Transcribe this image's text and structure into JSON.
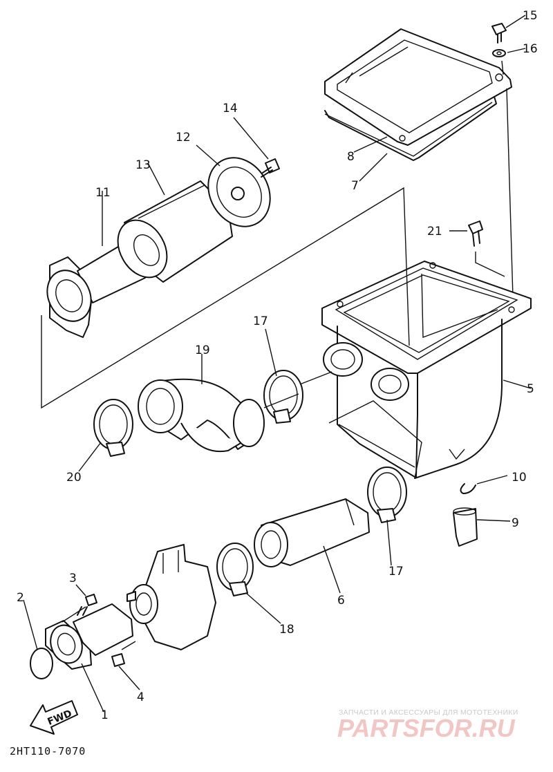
{
  "diagram": {
    "part_numbers": {
      "p1": "1",
      "p2": "2",
      "p3": "3",
      "p4": "4",
      "p5": "5",
      "p6": "6",
      "p7": "7",
      "p8": "8",
      "p9": "9",
      "p10": "10",
      "p11": "11",
      "p12": "12",
      "p13": "13",
      "p14": "14",
      "p15": "15",
      "p16": "16",
      "p17a": "17",
      "p17b": "17",
      "p18": "18",
      "p19": "19",
      "p20": "20",
      "p21": "21"
    },
    "fwd_label": "FWD",
    "diagram_code": "2HT110-7070"
  },
  "watermark": {
    "tagline": "ЗАПЧАСТИ И АКСЕССУАРЫ ДЛЯ МОТОТЕХНИКИ",
    "brand": "PARTSFOR.RU",
    "color": "#e89a9a"
  }
}
